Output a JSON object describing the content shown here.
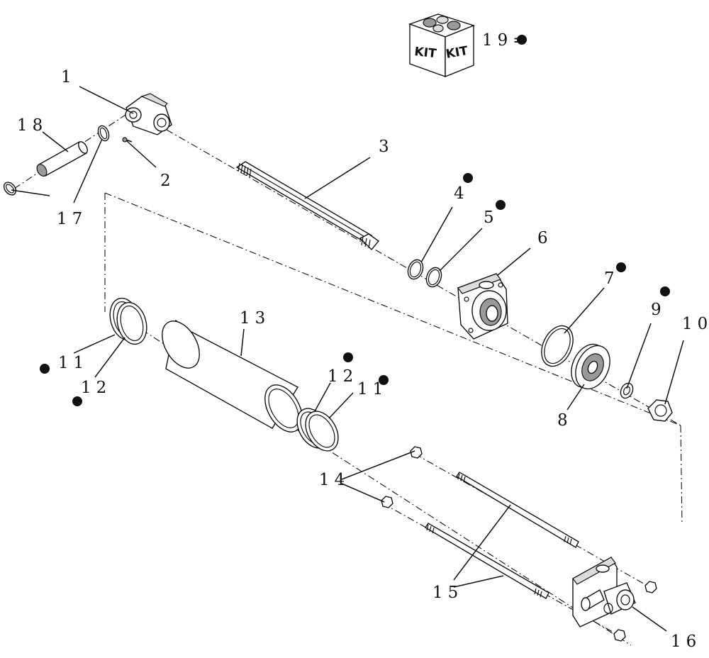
{
  "kit_label": "KIT",
  "kit_callout": "19=",
  "callouts": [
    {
      "id": "1",
      "text": "1"
    },
    {
      "id": "2",
      "text": "2"
    },
    {
      "id": "3",
      "text": "3"
    },
    {
      "id": "4",
      "text": "4"
    },
    {
      "id": "5",
      "text": "5"
    },
    {
      "id": "6",
      "text": "6"
    },
    {
      "id": "7",
      "text": "7"
    },
    {
      "id": "8",
      "text": "8"
    },
    {
      "id": "9",
      "text": "9"
    },
    {
      "id": "10",
      "text": "10"
    },
    {
      "id": "11a",
      "text": "11"
    },
    {
      "id": "11b",
      "text": "11"
    },
    {
      "id": "12a",
      "text": "12"
    },
    {
      "id": "12b",
      "text": "12"
    },
    {
      "id": "13",
      "text": "13"
    },
    {
      "id": "14",
      "text": "14"
    },
    {
      "id": "15",
      "text": "15"
    },
    {
      "id": "16",
      "text": "16"
    },
    {
      "id": "17",
      "text": "17"
    },
    {
      "id": "18",
      "text": "18"
    }
  ]
}
